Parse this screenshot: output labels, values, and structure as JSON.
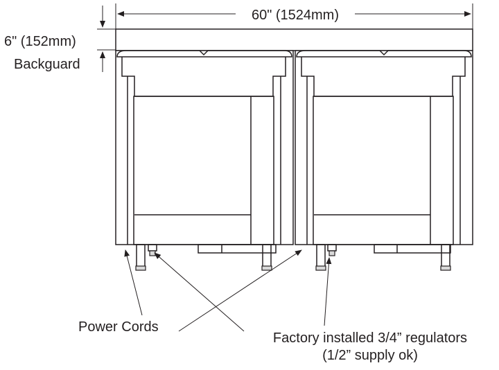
{
  "dimensions": {
    "width_label": "60\" (1524mm)",
    "backguard_size": "6\" (152mm)",
    "backguard_label": "Backguard"
  },
  "callouts": {
    "power_cords": "Power Cords",
    "regulators": "Factory installed 3/4” regulators",
    "regulators_note": "(1/2” supply ok)"
  }
}
